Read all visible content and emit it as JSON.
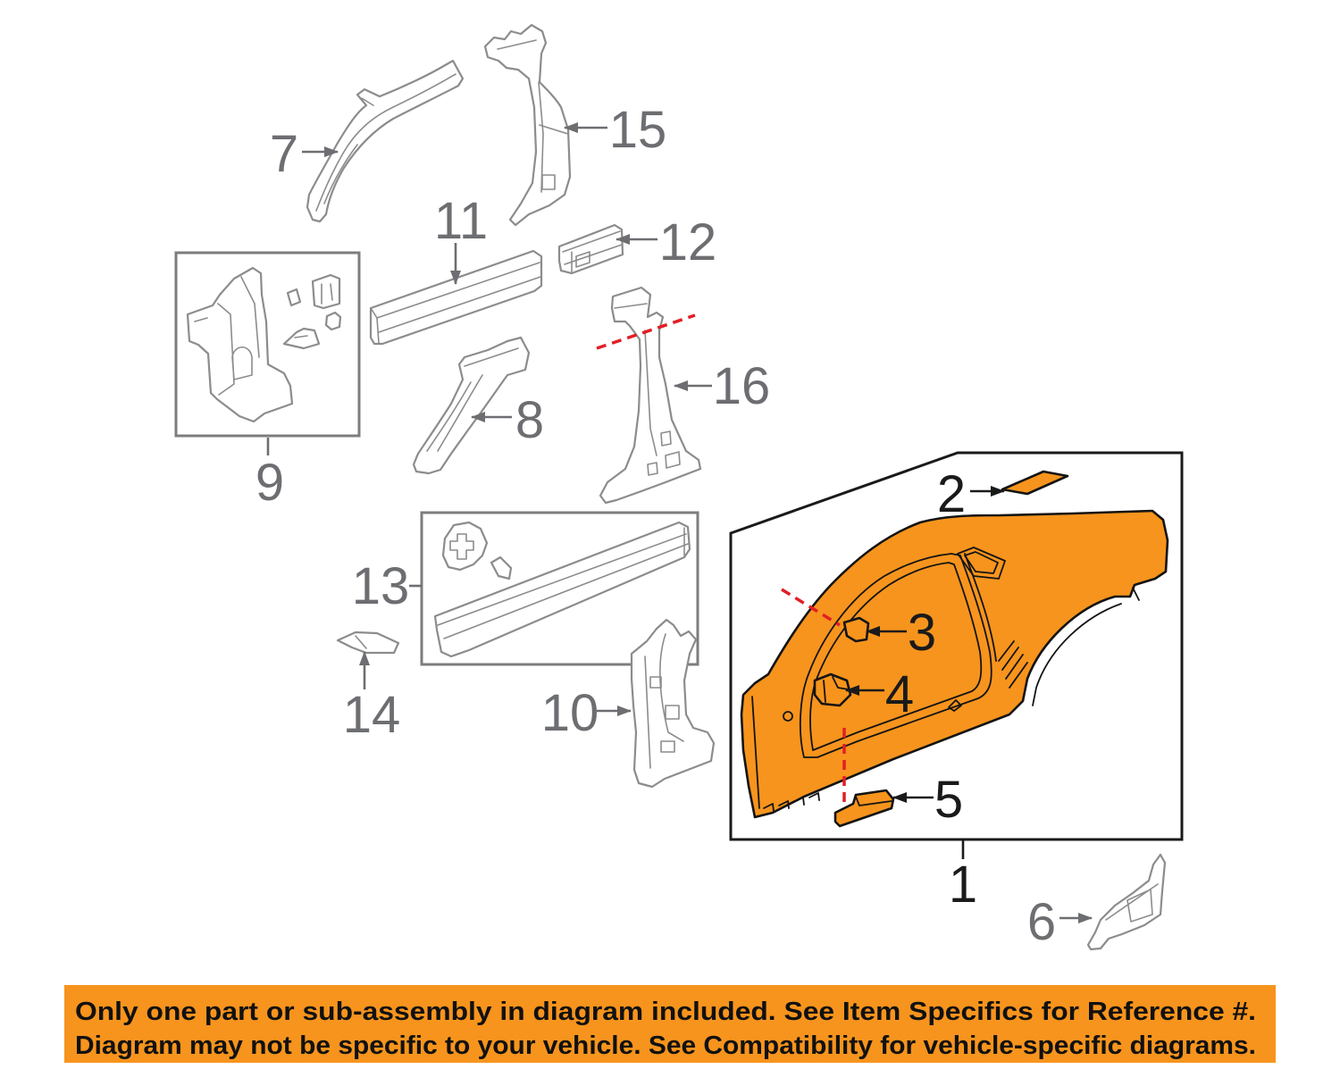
{
  "colors": {
    "highlight": "#f7941d",
    "part_outline": "#8c8c8c",
    "callout_gray": "#6d6e71",
    "callout_black": "#1a1a1a",
    "cut_line": "#e31e24",
    "banner_bg": "#f7941d",
    "banner_text": "#111111"
  },
  "callouts": {
    "p1": "1",
    "p2": "2",
    "p3": "3",
    "p4": "4",
    "p5": "5",
    "p6": "6",
    "p7": "7",
    "p8": "8",
    "p9": "9",
    "p10": "10",
    "p11": "11",
    "p12": "12",
    "p13": "13",
    "p14": "14",
    "p15": "15",
    "p16": "16"
  },
  "banner": {
    "line1": "Only one part or sub-assembly in diagram included. See Item Specifics for Reference #.",
    "line2": "Diagram may not be specific to your vehicle. See Compatibility for vehicle-specific diagrams."
  }
}
